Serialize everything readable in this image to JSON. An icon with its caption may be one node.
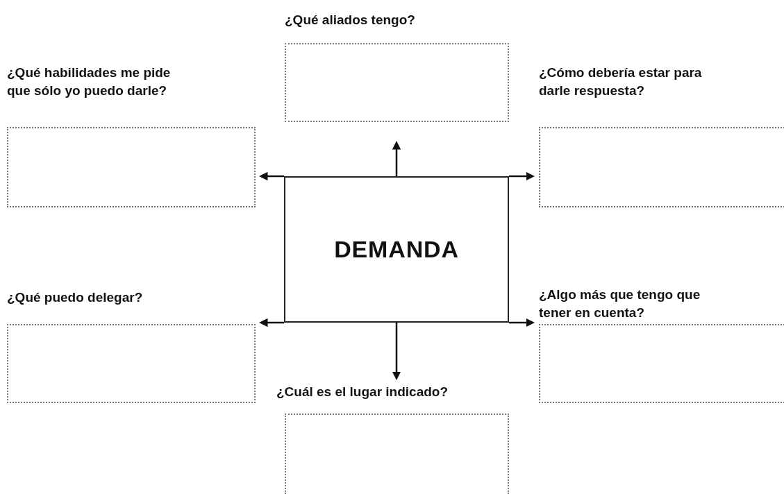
{
  "diagram": {
    "nodes": [
      {
        "text": [
          "¿Qué aliados tengo?"
        ]
      },
      {
        "text": [
          "¿Qué habilidades me pide que sólo yo puedo darle?"
        ]
      },
      {
        "text": [
          "¿Cómo debería estar para darle respuesta?"
        ]
      },
      {
        "text": [
          "DEMANDA"
        ]
      },
      {
        "text": [
          "¿Qué puedo delegar?"
        ]
      },
      {
        "text": [
          "¿Algo más que tengo que tener en cuenta?"
        ]
      },
      {
        "text": [
          "¿Cuál es el lugar indicado?"
        ]
      }
    ],
    "edges": [
      {
        "from": 3,
        "to": 0,
        "arrow": "to"
      },
      {
        "from": 3,
        "to": 1,
        "arrow": "to"
      },
      {
        "from": 3,
        "to": 2,
        "arrow": "to"
      },
      {
        "from": 3,
        "to": 4,
        "arrow": "to"
      },
      {
        "from": 3,
        "to": 5,
        "arrow": "to"
      },
      {
        "from": 3,
        "to": 6,
        "arrow": "to"
      }
    ]
  }
}
